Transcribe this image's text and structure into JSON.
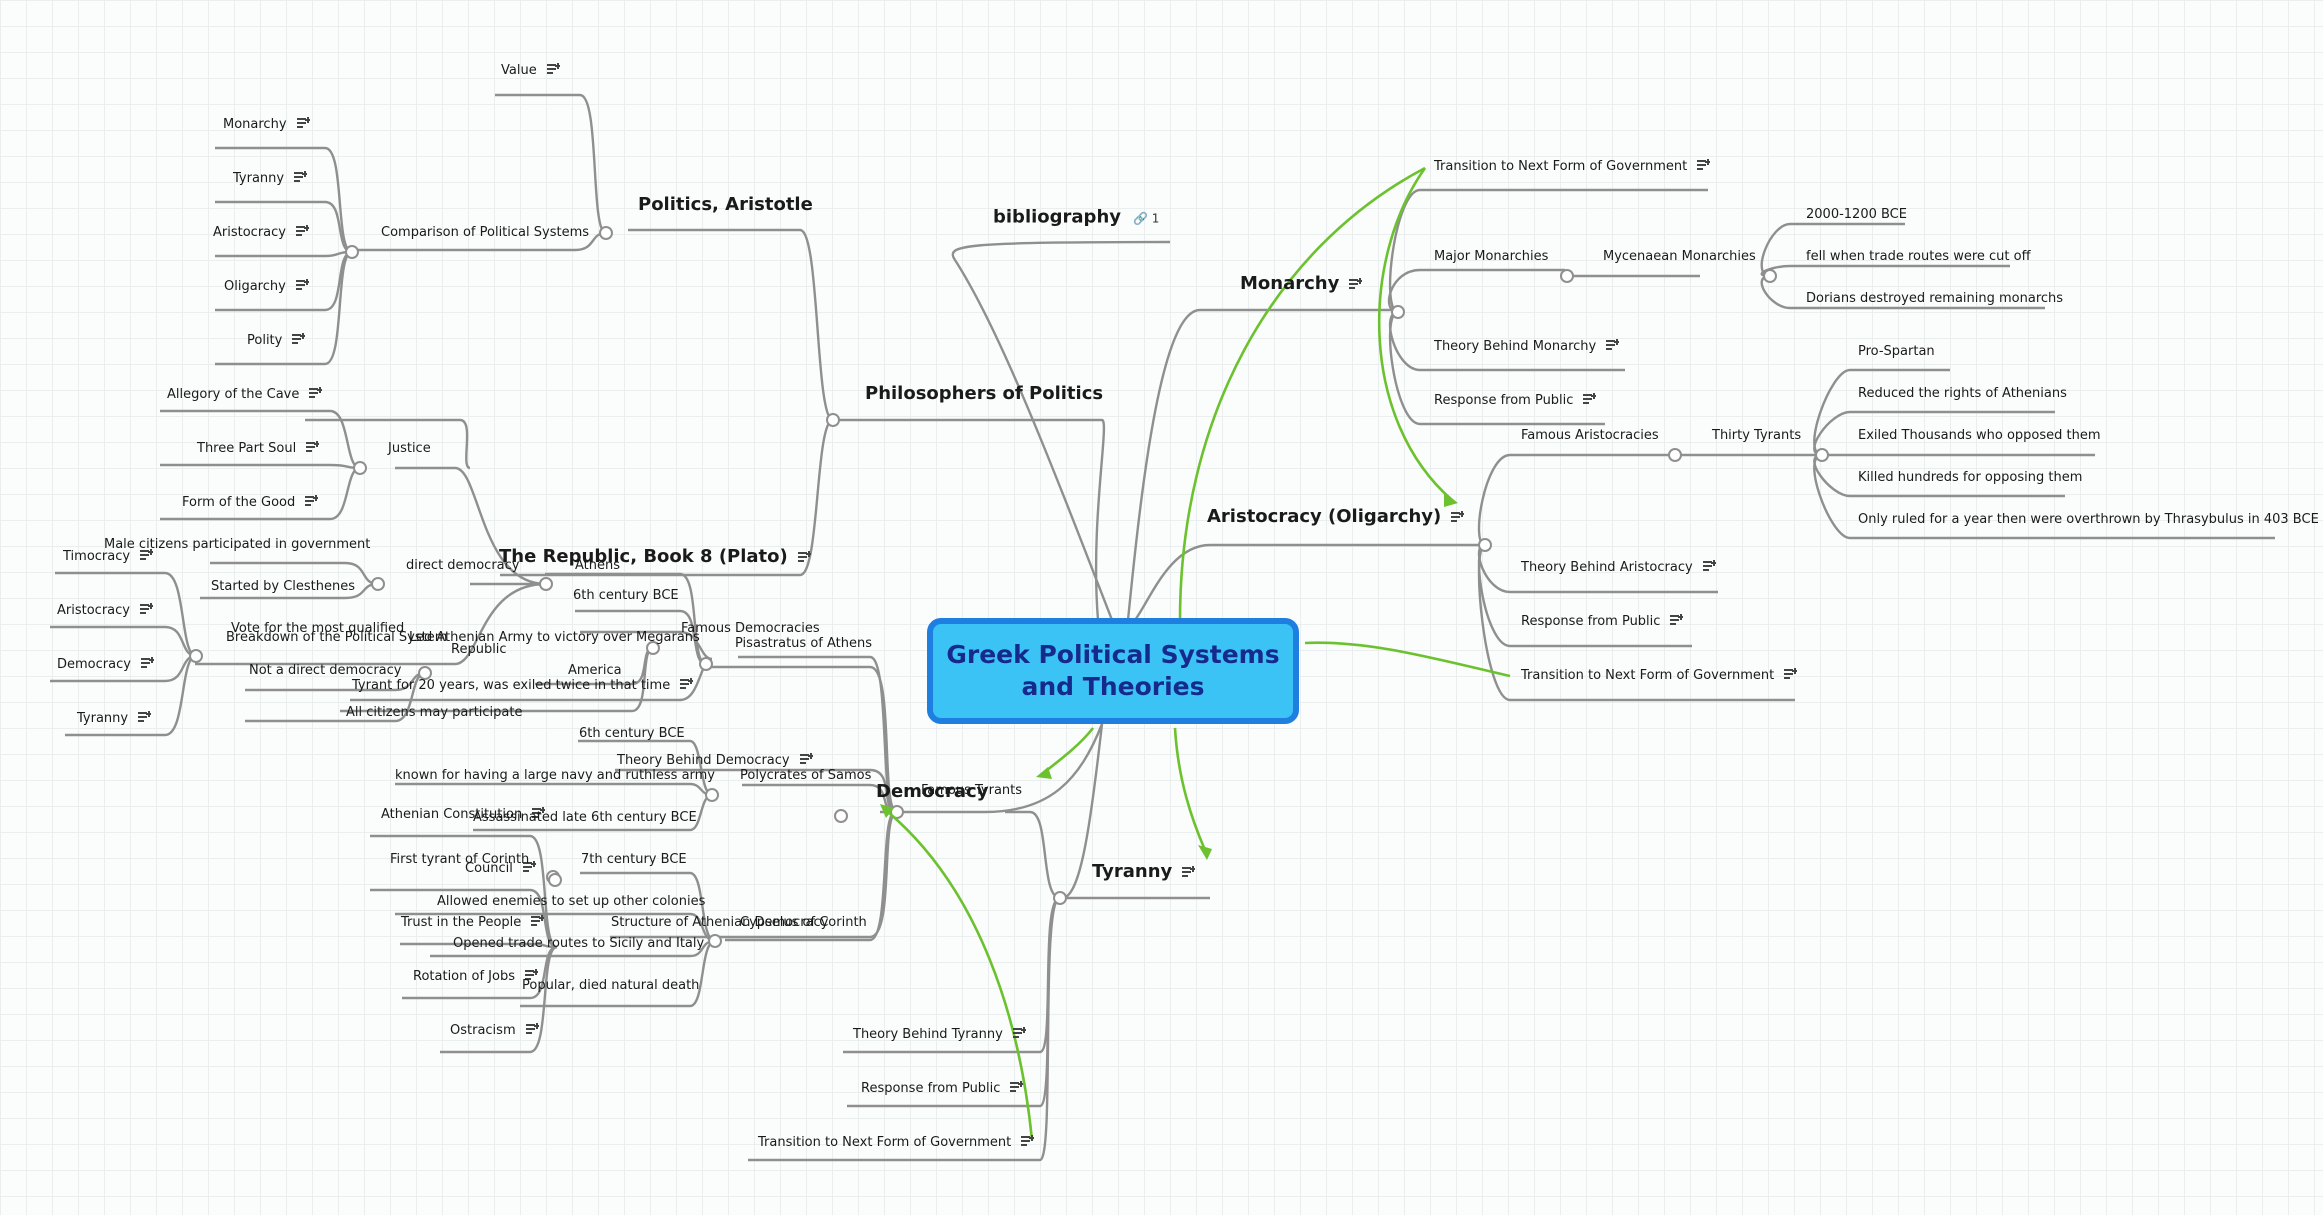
{
  "root_title": "Greek Political Systems and Theories",
  "colors": {
    "root_fill": "#3cc3f5",
    "root_border": "#1e7fe0",
    "root_text": "#152a8c",
    "branch_line": "#8f8f8f",
    "relationship": "#6bc22e"
  },
  "nodes": {
    "bibliography": {
      "label": "bibliography",
      "link_count": "1",
      "icon": "link-icon"
    },
    "philosophers": {
      "label": "Philosophers of Politics"
    },
    "politics_aristotle": {
      "label": "Politics, Aristotle"
    },
    "value": {
      "label": "Value"
    },
    "comparison": {
      "label": "Comparison of Political Systems"
    },
    "ar_monarchy": {
      "label": "Monarchy"
    },
    "ar_tyranny": {
      "label": "Tyranny"
    },
    "ar_aristocracy": {
      "label": "Aristocracy"
    },
    "ar_oligarchy": {
      "label": "Oligarchy"
    },
    "ar_polity": {
      "label": "Polity"
    },
    "republic": {
      "label": "The Republic, Book 8 (Plato)"
    },
    "justice": {
      "label": "Justice"
    },
    "cave": {
      "label": "Allegory of the Cave"
    },
    "soul": {
      "label": "Three Part Soul"
    },
    "good": {
      "label": "Form of the Good"
    },
    "breakdown": {
      "label": "Breakdown of the Political System"
    },
    "pl_timocracy": {
      "label": "Timocracy"
    },
    "pl_aristocracy": {
      "label": "Aristocracy"
    },
    "pl_democracy": {
      "label": "Democracy"
    },
    "pl_tyranny": {
      "label": "Tyranny"
    },
    "monarchy": {
      "label": "Monarchy"
    },
    "mon_transition": {
      "label": "Transition to Next Form of Government"
    },
    "major_monarchies": {
      "label": "Major Monarchies"
    },
    "mycenaean": {
      "label": "Mycenaean Monarchies"
    },
    "myc_date": {
      "label": "2000-1200 BCE"
    },
    "myc_trade": {
      "label": "fell when trade routes were cut off"
    },
    "myc_dorians": {
      "label": "Dorians destroyed remaining monarchs"
    },
    "mon_theory": {
      "label": "Theory Behind Monarchy"
    },
    "mon_response": {
      "label": "Response from Public"
    },
    "aristocracy": {
      "label": "Aristocracy (Oligarchy)"
    },
    "famous_aristocracies": {
      "label": "Famous Aristocracies"
    },
    "thirty_tyrants": {
      "label": "Thirty Tyrants"
    },
    "pro_spartan": {
      "label": "Pro-Spartan"
    },
    "reduced_rights": {
      "label": "Reduced the rights of Athenians"
    },
    "exiled": {
      "label": "Exiled Thousands who opposed them"
    },
    "killed": {
      "label": "Killed hundreds for opposing them"
    },
    "ruled_year": {
      "label": "Only ruled for a year then were overthrown by Thrasybulus in 403 BCE"
    },
    "ari_theory": {
      "label": "Theory Behind Aristocracy"
    },
    "ari_response": {
      "label": "Response from Public"
    },
    "ari_transition": {
      "label": "Transition to Next Form of Government"
    },
    "democracy": {
      "label": "Democracy"
    },
    "famous_democracies": {
      "label": "Famous Democracies"
    },
    "athens": {
      "label": "Athens"
    },
    "direct_democracy": {
      "label": "direct democracy"
    },
    "male_citizens": {
      "label": "Male citizens participated in government"
    },
    "cleisthenes": {
      "label": "Started by Clesthenes"
    },
    "sixth_century_a": {
      "label": "6th century BCE"
    },
    "america": {
      "label": "America"
    },
    "republic_am": {
      "label": "Republic"
    },
    "vote": {
      "label": "Vote for the most qualified"
    },
    "not_direct": {
      "label": "Not a direct democracy"
    },
    "all_citizens": {
      "label": "All citizens may participate"
    },
    "dem_theory": {
      "label": "Theory Behind Democracy"
    },
    "structure": {
      "label": "Structure of Athenian Democracy"
    },
    "athenian_constitution": {
      "label": "Athenian Constitution"
    },
    "council": {
      "label": "Council"
    },
    "trust": {
      "label": "Trust in the People"
    },
    "rotation": {
      "label": "Rotation of Jobs"
    },
    "ostracism": {
      "label": "Ostracism"
    },
    "tyranny": {
      "label": "Tyranny"
    },
    "famous_tyrants": {
      "label": "Famous Tyrants"
    },
    "pisastratus": {
      "label": "Pisastratus of Athens"
    },
    "led_army": {
      "label": "Led Athenian Army to victory over Megarans"
    },
    "tyrant_20": {
      "label": "Tyrant for 20 years, was exiled twice in that time"
    },
    "polycrates": {
      "label": "Polycrates of Samos"
    },
    "sixth_century_b": {
      "label": "6th century BCE"
    },
    "navy": {
      "label": "known for having a large navy and ruthless army"
    },
    "assassinated": {
      "label": "Assassinated late 6th century BCE"
    },
    "cypselus": {
      "label": "Cypselus of Corinth"
    },
    "seventh_century": {
      "label": "7th century BCE"
    },
    "first_tyrant": {
      "label": "First tyrant of Corinth"
    },
    "allowed_enemies": {
      "label": "Allowed enemies to set up other colonies"
    },
    "opened_trade": {
      "label": "Opened trade routes to Sicily and Italy"
    },
    "popular": {
      "label": "Popular, died natural death"
    },
    "tyr_theory": {
      "label": "Theory Behind Tyranny"
    },
    "tyr_response": {
      "label": "Response from Public"
    },
    "tyr_transition": {
      "label": "Transition to Next Form of Government"
    }
  }
}
